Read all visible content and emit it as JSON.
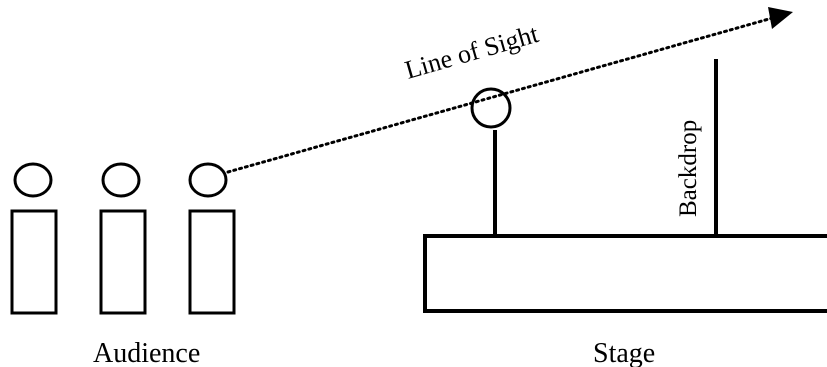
{
  "labels": {
    "line_of_sight": "Line of Sight",
    "backdrop": "Backdrop",
    "audience": "Audience",
    "stage": "Stage"
  },
  "colors": {
    "ink": "#000000",
    "background": "#ffffff"
  }
}
